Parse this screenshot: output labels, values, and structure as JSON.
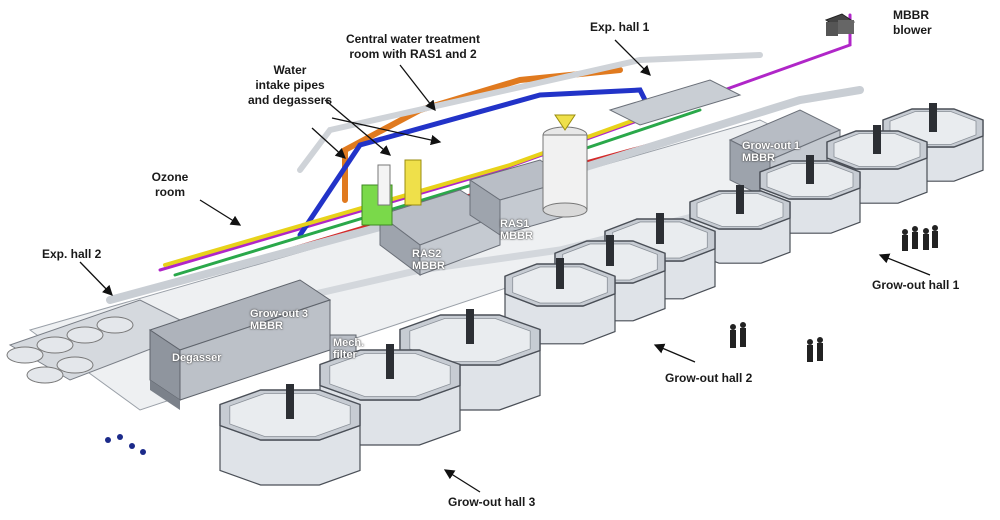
{
  "labels": {
    "central": "Central water treatment\nroom with RAS1 and 2",
    "exp_hall_1": "Exp. hall 1",
    "mbbr_blower": "MBBR\nblower",
    "water_intake": "Water\nintake pipes\nand degassers",
    "ozone_room": "Ozone\nroom",
    "exp_hall_2": "Exp. hall 2",
    "growout_hall_1": "Grow-out hall 1",
    "growout_hall_2": "Grow-out hall 2",
    "growout_hall_3": "Grow-out hall 3"
  },
  "tags": {
    "growout1_mbbr": "Grow-out 1\nMBBR",
    "ras1_mbbr": "RAS1\nMBBR",
    "ras2_mbbr": "RAS2\nMBBR",
    "growout3_mbbr": "Grow-out 3\nMBBR",
    "degasser": "Degasser",
    "mech_filter": "Mech.\nfilter"
  },
  "colors": {
    "pipe_orange": "#e07a1f",
    "pipe_purple": "#b026c8",
    "pipe_blue": "#2233c8",
    "pipe_red": "#d42a2a",
    "pipe_yellow": "#e8d21a",
    "pipe_green": "#2aa84a",
    "tank_wall": "#dfe3e8",
    "tank_inner": "#c7ccd3"
  }
}
